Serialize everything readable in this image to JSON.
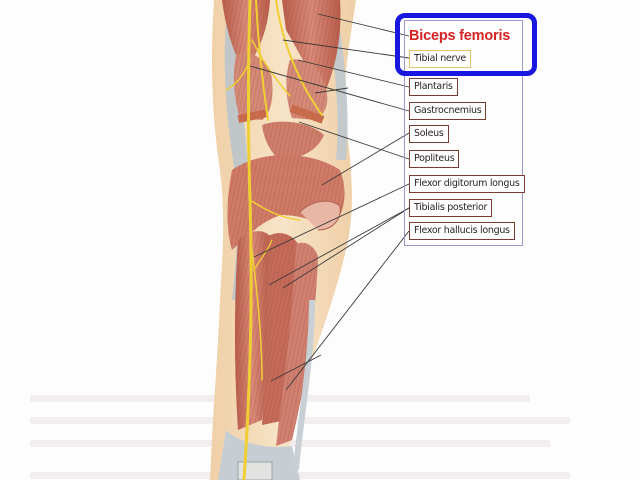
{
  "figure": {
    "subject": "Posterior view of knee and leg (deep dissection)",
    "highlight_color": "#1717e0",
    "title_label": {
      "text": "Biceps femoris",
      "color": "#d62424"
    },
    "labels": [
      {
        "text": "Tibial nerve",
        "kind": "nerve",
        "border_color": "#e3c46a"
      },
      {
        "text": "Plantaris",
        "kind": "muscle",
        "border_color": "#7a3c30"
      },
      {
        "text": "Gastrocnemius",
        "kind": "muscle",
        "border_color": "#7a3c30"
      },
      {
        "text": "Soleus",
        "kind": "muscle",
        "border_color": "#7a3c30"
      },
      {
        "text": "Popliteus",
        "kind": "muscle",
        "border_color": "#7a3c30"
      },
      {
        "text": "Flexor digitorum longus",
        "kind": "muscle",
        "border_color": "#7a3c30"
      },
      {
        "text": "Tibialis posterior",
        "kind": "muscle",
        "border_color": "#7a3c30"
      },
      {
        "text": "Flexor hallucis longus",
        "kind": "muscle",
        "border_color": "#7a3c30"
      }
    ],
    "colors": {
      "muscle": "#c8705e",
      "muscle_dark": "#a84c3e",
      "nerve": "#f2d23c",
      "skin": "#f3d9b8",
      "fascia": "#b9c4cc",
      "leader_line": "#3a3a3a"
    }
  }
}
